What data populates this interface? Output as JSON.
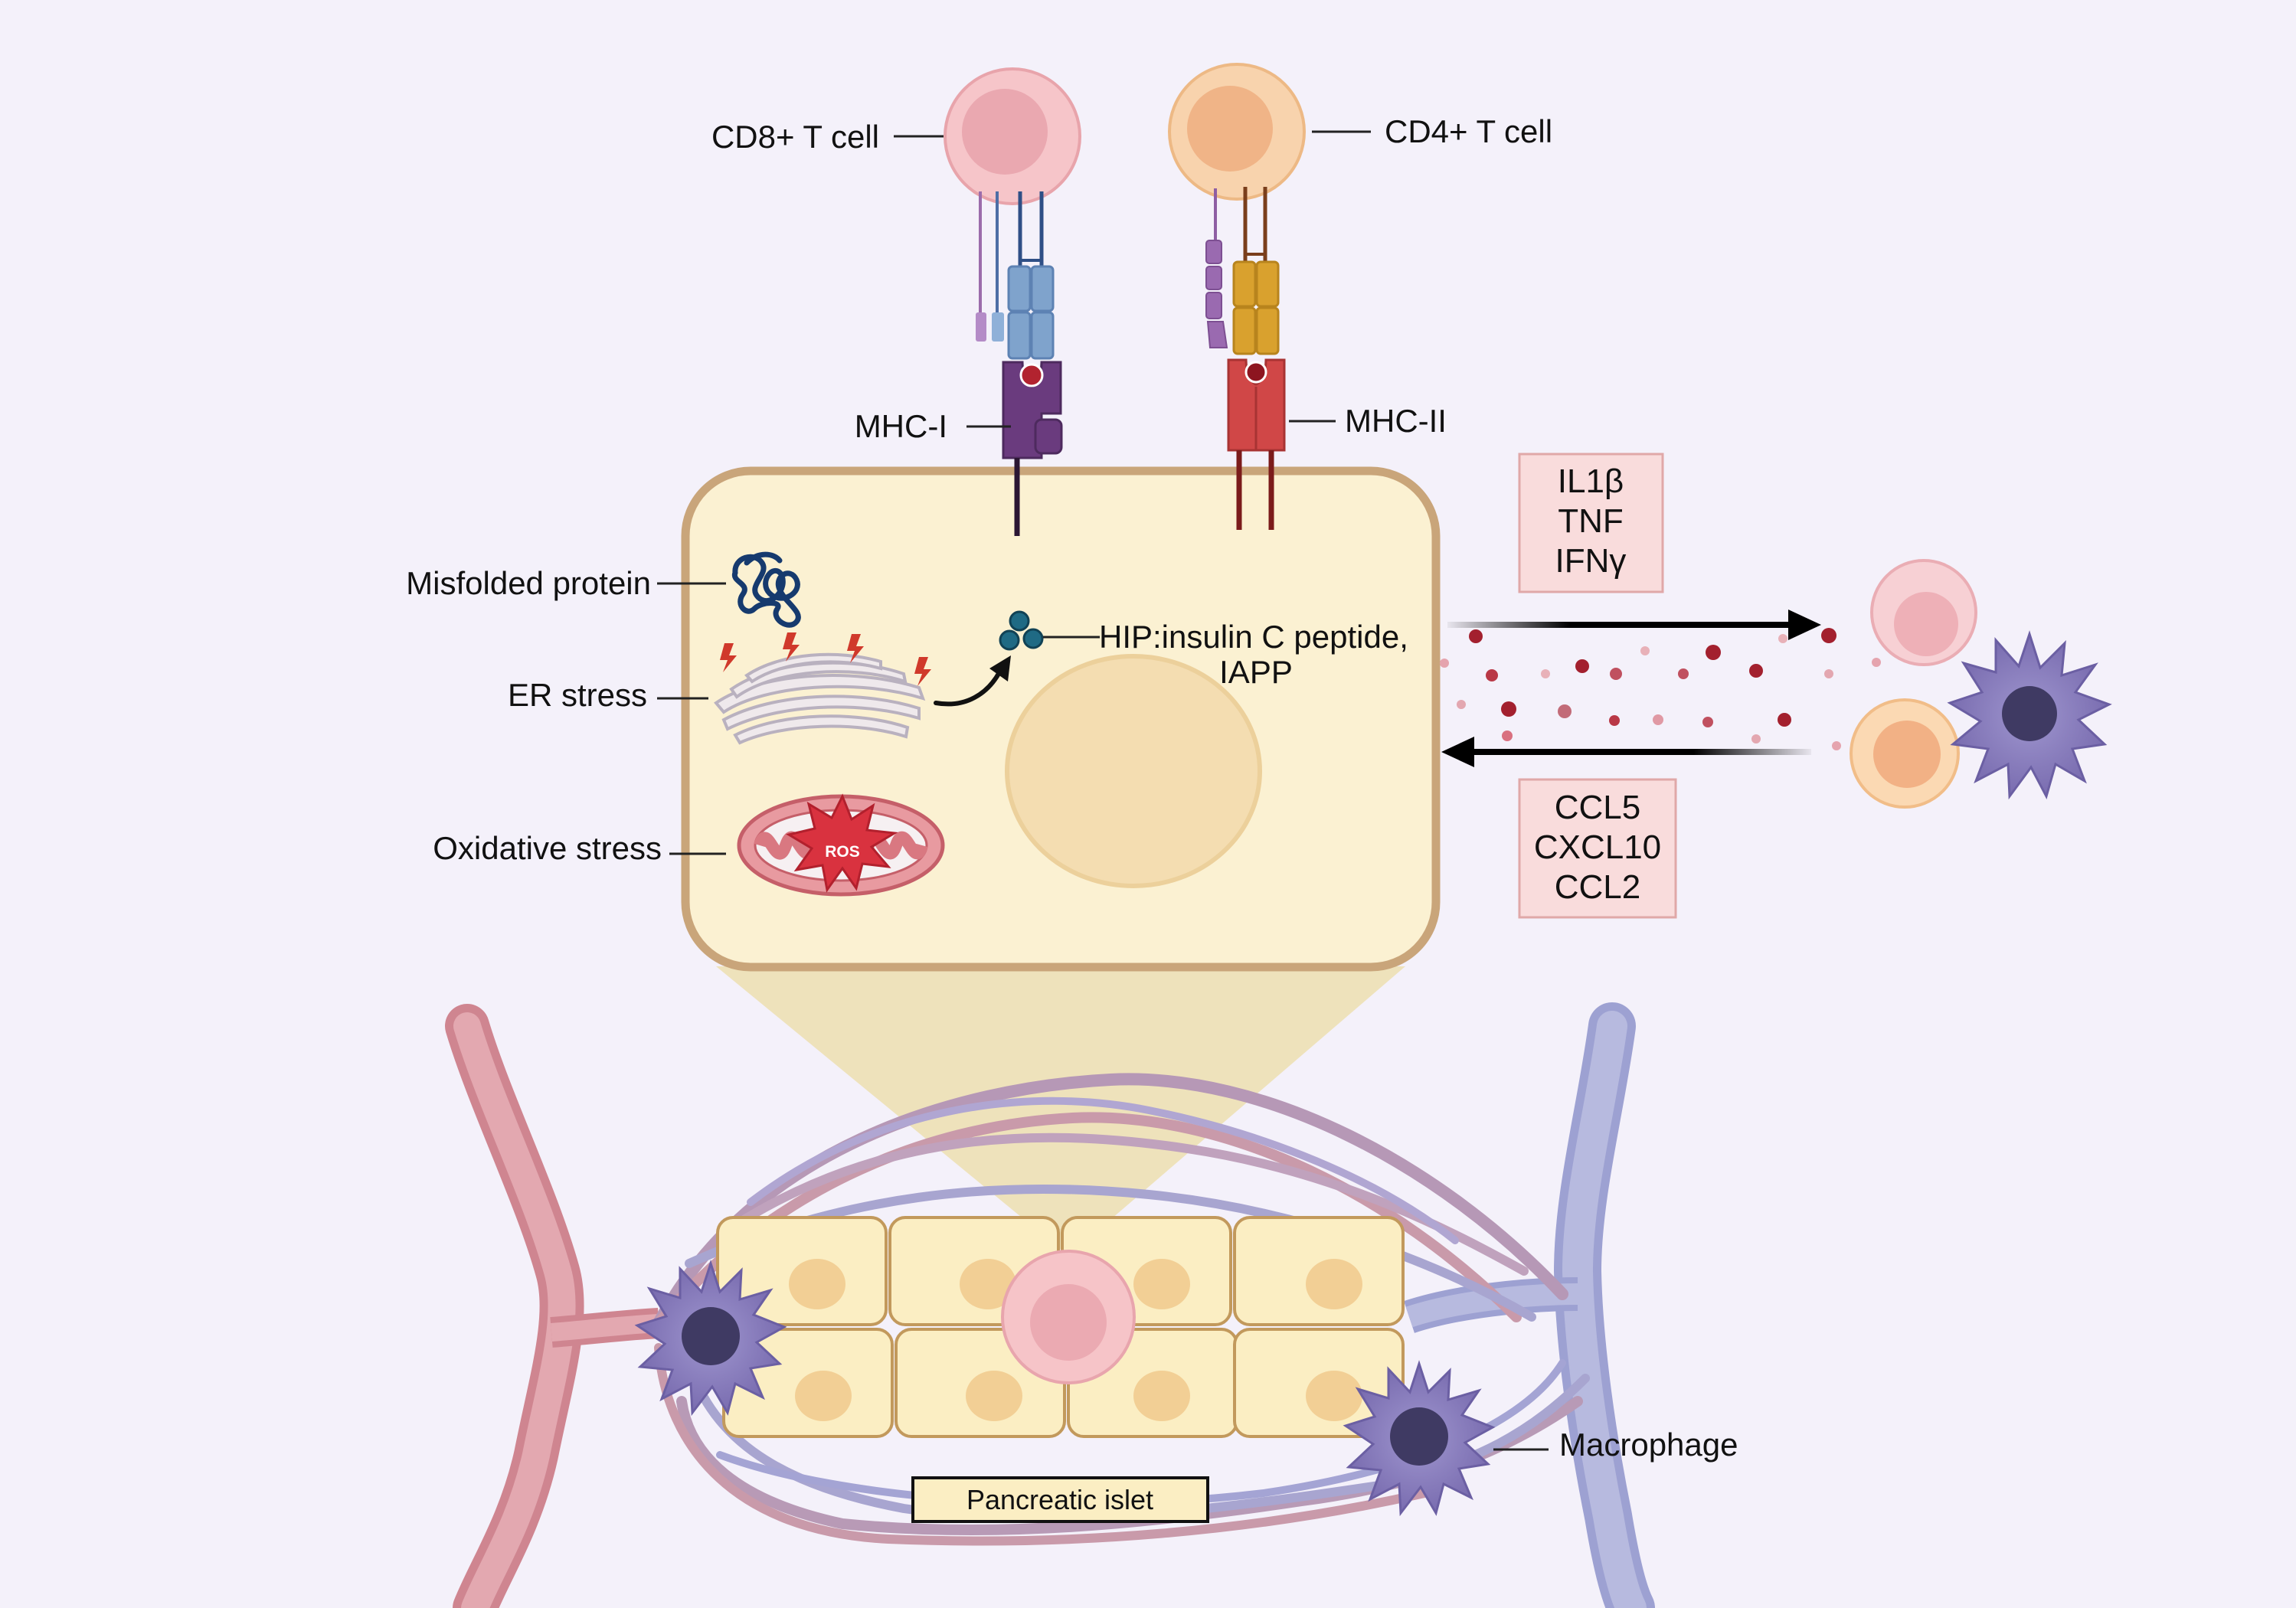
{
  "labels": {
    "cd8_t_cell": "CD8+ T cell",
    "cd4_t_cell": "CD4+ T cell",
    "mhc1": "MHC-I",
    "mhc2": "MHC-II",
    "misfolded_protein": "Misfolded protein",
    "er_stress": "ER stress",
    "oxidative_stress": "Oxidative stress",
    "hip_line1": "HIP:insulin C peptide,",
    "hip_line2": "IAPP",
    "ros": "ROS",
    "macrophage": "Macrophage",
    "pancreatic_islet": "Pancreatic islet"
  },
  "cytokines_out": [
    "IL1β",
    "TNF",
    "IFNγ"
  ],
  "chemokines_in": [
    "CCL5",
    "CXCL10",
    "CCL2"
  ],
  "colors": {
    "background": "#f4f1fa",
    "beta_cell_fill": "#fbf1d2",
    "beta_cell_border": "#c9a57a",
    "nucleus": "#f3ddb0",
    "cd8_cell": "#f6c5c9",
    "cd4_cell": "#f8d3ad",
    "mhc1": "#6a3b7e",
    "mhc2": "#d04747",
    "tcr_cd8": "#7fa3cc",
    "tcr_cd4": "#d9a12e",
    "macrophage": "#8579b9",
    "artery": "#d9909a",
    "vein": "#a9acd9",
    "cytokine_box": "#f9dcdc",
    "particle": "#a3202e"
  },
  "icons": [
    "misfolded-protein-icon",
    "er-icon",
    "mitochondrion-icon",
    "antigen-icon",
    "lightning-icon"
  ]
}
